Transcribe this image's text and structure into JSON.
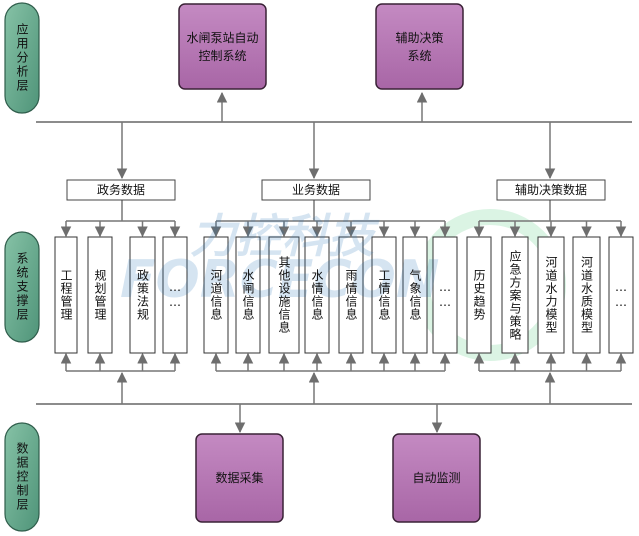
{
  "layers": [
    {
      "id": "app",
      "label": "应用分析层"
    },
    {
      "id": "support",
      "label": "系统支撑层"
    },
    {
      "id": "data",
      "label": "数据控制层"
    }
  ],
  "top_systems": [
    {
      "label": "水闸泵站自动\n控制系统"
    },
    {
      "label": "辅助决策\n系统"
    }
  ],
  "categories": [
    {
      "label": "政务数据"
    },
    {
      "label": "业务数据"
    },
    {
      "label": "辅助决策数据"
    }
  ],
  "modules": [
    {
      "label": "工程管理"
    },
    {
      "label": "规划管理"
    },
    {
      "label": "政策法规"
    },
    {
      "label": "……"
    },
    {
      "label": "河道信息"
    },
    {
      "label": "水闸信息"
    },
    {
      "label": "其他设施信息"
    },
    {
      "label": "水情信息"
    },
    {
      "label": "雨情信息"
    },
    {
      "label": "工情信息"
    },
    {
      "label": "气象信息"
    },
    {
      "label": "……"
    },
    {
      "label": "历史趋势"
    },
    {
      "label": "应急方案与策略"
    },
    {
      "label": "河道水力模型"
    },
    {
      "label": "河道水质模型"
    },
    {
      "label": "……"
    }
  ],
  "bottom_systems": [
    {
      "label": "数据采集"
    },
    {
      "label": "自动监测"
    }
  ],
  "watermark": {
    "line1": "力控科技",
    "line2": "FORCECON"
  },
  "colors": {
    "box_fill": "#b678b4",
    "box_stroke": "#3a2236",
    "layer_fill": "#6aaa8e",
    "line": "#808080",
    "arrow": "#6e6e6e",
    "watermark_blue": "#1e6fb4",
    "watermark_green": "#39c36b"
  }
}
